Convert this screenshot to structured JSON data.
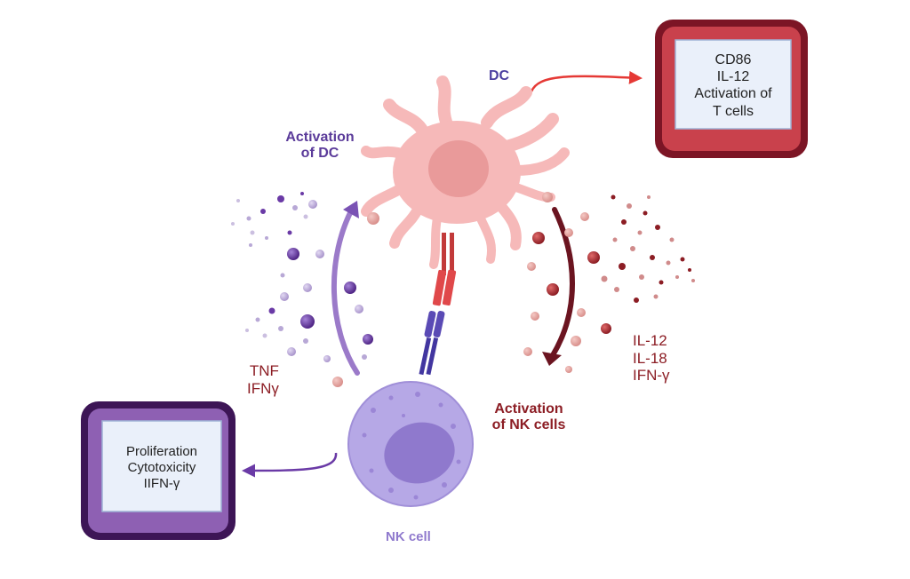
{
  "colors": {
    "dc_body": "#f6b9b9",
    "dc_nucleus": "#e99a9a",
    "nk_body": "#b6a8e6",
    "nk_nucleus": "#8f79cd",
    "purple_dark": "#4b2a82",
    "purple_label": "#5b3b9a",
    "red_dark": "#8c1d24",
    "red_arrow": "#e53935",
    "box_red": "#c9414c",
    "box_red_border": "#7c1525",
    "box_purple": "#8e60b3",
    "box_purple_border": "#3d1556",
    "box_inner": "#eaf0fa"
  },
  "labels": {
    "dc": "DC",
    "activation_dc": [
      "Activation",
      "of DC"
    ],
    "activation_nk": [
      "Activation",
      "of NK cells"
    ],
    "nk_cell": "NK cell",
    "tnf_ifn": [
      "TNF",
      "IFNγ"
    ],
    "il_list": [
      "IL-12",
      "IL-18",
      "IFN-γ"
    ]
  },
  "boxes": {
    "dc_output": [
      "CD86",
      "IL-12",
      "Activation of",
      "T cells"
    ],
    "nk_output": [
      "Proliferation",
      "Cytotoxicity",
      "IIFN-γ"
    ]
  }
}
